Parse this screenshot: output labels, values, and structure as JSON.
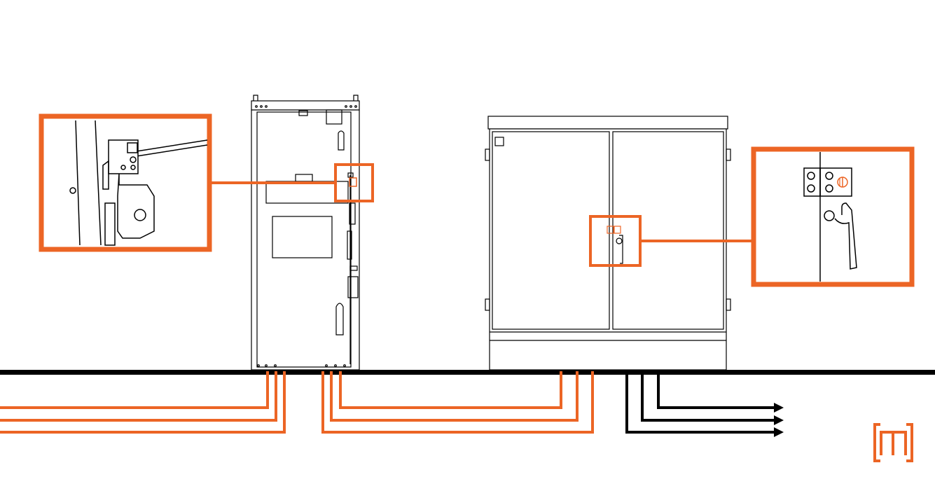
{
  "colors": {
    "accent": "#ec6525",
    "line": "#000000",
    "background": "#ffffff"
  },
  "diagram": {
    "components": [
      {
        "id": "switchgear-cabinet",
        "icon": "switchgear-cabinet-icon"
      },
      {
        "id": "transformer-cabinet",
        "icon": "pad-mount-cabinet-icon"
      },
      {
        "id": "detail-callout-left",
        "icon": "interlock-lock-icon"
      },
      {
        "id": "detail-callout-right",
        "icon": "door-lock-handle-icon"
      },
      {
        "id": "brand-logo",
        "icon": "m-logo-icon"
      }
    ],
    "feeds": {
      "incoming_orange_lines": 3,
      "interconnect_orange_lines": 3,
      "outgoing_black_arrows": 3
    }
  }
}
